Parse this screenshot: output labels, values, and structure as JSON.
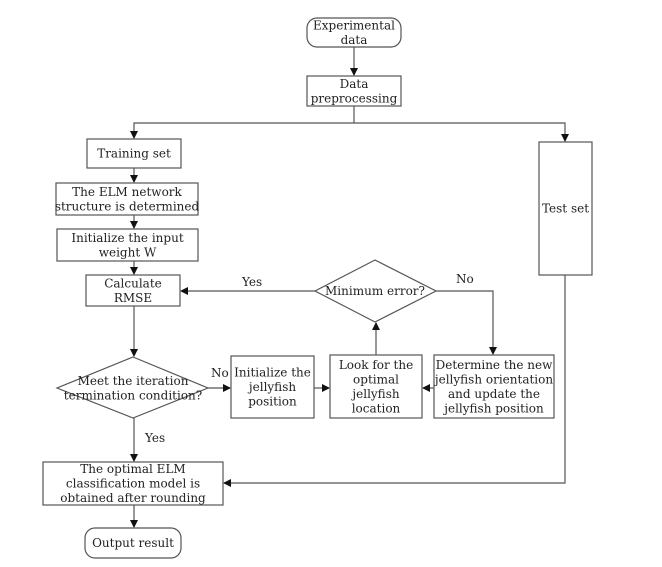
{
  "diagram": {
    "type": "flowchart",
    "nodes": {
      "experimental_data": {
        "shape": "terminal",
        "lines": [
          "Experimental",
          "data"
        ]
      },
      "data_preprocessing": {
        "shape": "process",
        "lines": [
          "Data",
          "preprocessing"
        ]
      },
      "training_set": {
        "shape": "process",
        "lines": [
          "Training set"
        ]
      },
      "test_set": {
        "shape": "process",
        "lines": [
          "Test set"
        ]
      },
      "elm_structure": {
        "shape": "process",
        "lines": [
          "The ELM network",
          "structure is determined"
        ]
      },
      "init_weight": {
        "shape": "process",
        "lines": [
          "Initialize the input",
          "weight W"
        ]
      },
      "calculate_rmse": {
        "shape": "process",
        "lines": [
          "Calculate",
          "RMSE"
        ]
      },
      "minimum_error": {
        "shape": "decision",
        "lines": [
          "Minimum error?"
        ]
      },
      "iteration_check": {
        "shape": "decision",
        "lines": [
          "Meet the iteration",
          "termination condition?"
        ]
      },
      "init_jellyfish": {
        "shape": "process",
        "lines": [
          "Initialize the",
          "jellyfish",
          "position"
        ]
      },
      "look_optimal": {
        "shape": "process",
        "lines": [
          "Look for the",
          "optimal",
          "jellyfish",
          "location"
        ]
      },
      "determine_orientation": {
        "shape": "process",
        "lines": [
          "Determine the new",
          "jellyfish orientation",
          "and update the",
          "jellyfish position"
        ]
      },
      "optimal_model": {
        "shape": "process",
        "lines": [
          "The optimal ELM",
          "classification model is",
          "obtained after rounding"
        ]
      },
      "output_result": {
        "shape": "terminal",
        "lines": [
          "Output result"
        ]
      }
    },
    "edges": [
      {
        "from": "experimental_data",
        "to": "data_preprocessing",
        "label": ""
      },
      {
        "from": "data_preprocessing",
        "to": "training_set",
        "label": ""
      },
      {
        "from": "data_preprocessing",
        "to": "test_set",
        "label": ""
      },
      {
        "from": "training_set",
        "to": "elm_structure",
        "label": ""
      },
      {
        "from": "elm_structure",
        "to": "init_weight",
        "label": ""
      },
      {
        "from": "init_weight",
        "to": "calculate_rmse",
        "label": ""
      },
      {
        "from": "calculate_rmse",
        "to": "iteration_check",
        "label": ""
      },
      {
        "from": "iteration_check",
        "to": "init_jellyfish",
        "label": "No"
      },
      {
        "from": "iteration_check",
        "to": "optimal_model",
        "label": "Yes"
      },
      {
        "from": "init_jellyfish",
        "to": "look_optimal",
        "label": ""
      },
      {
        "from": "look_optimal",
        "to": "minimum_error",
        "label": ""
      },
      {
        "from": "minimum_error",
        "to": "calculate_rmse",
        "label": "Yes"
      },
      {
        "from": "minimum_error",
        "to": "determine_orientation",
        "label": "No"
      },
      {
        "from": "determine_orientation",
        "to": "look_optimal",
        "label": ""
      },
      {
        "from": "test_set",
        "to": "optimal_model",
        "label": ""
      },
      {
        "from": "optimal_model",
        "to": "output_result",
        "label": ""
      }
    ],
    "labels": {
      "yes_min_error": "Yes",
      "no_min_error": "No",
      "no_iteration": "No",
      "yes_iteration": "Yes"
    }
  }
}
